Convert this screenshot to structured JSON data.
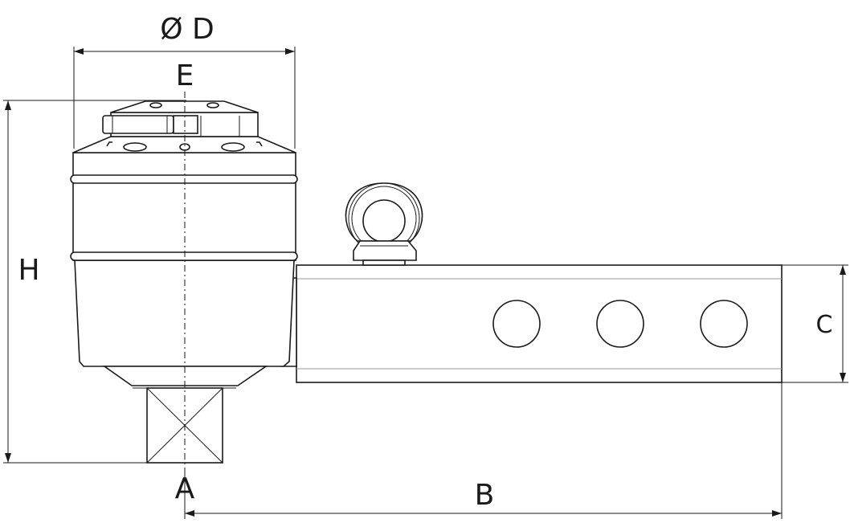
{
  "labels": {
    "diameter": "Ø D",
    "E": "E",
    "H": "H",
    "A": "A",
    "B": "B",
    "C": "C"
  }
}
